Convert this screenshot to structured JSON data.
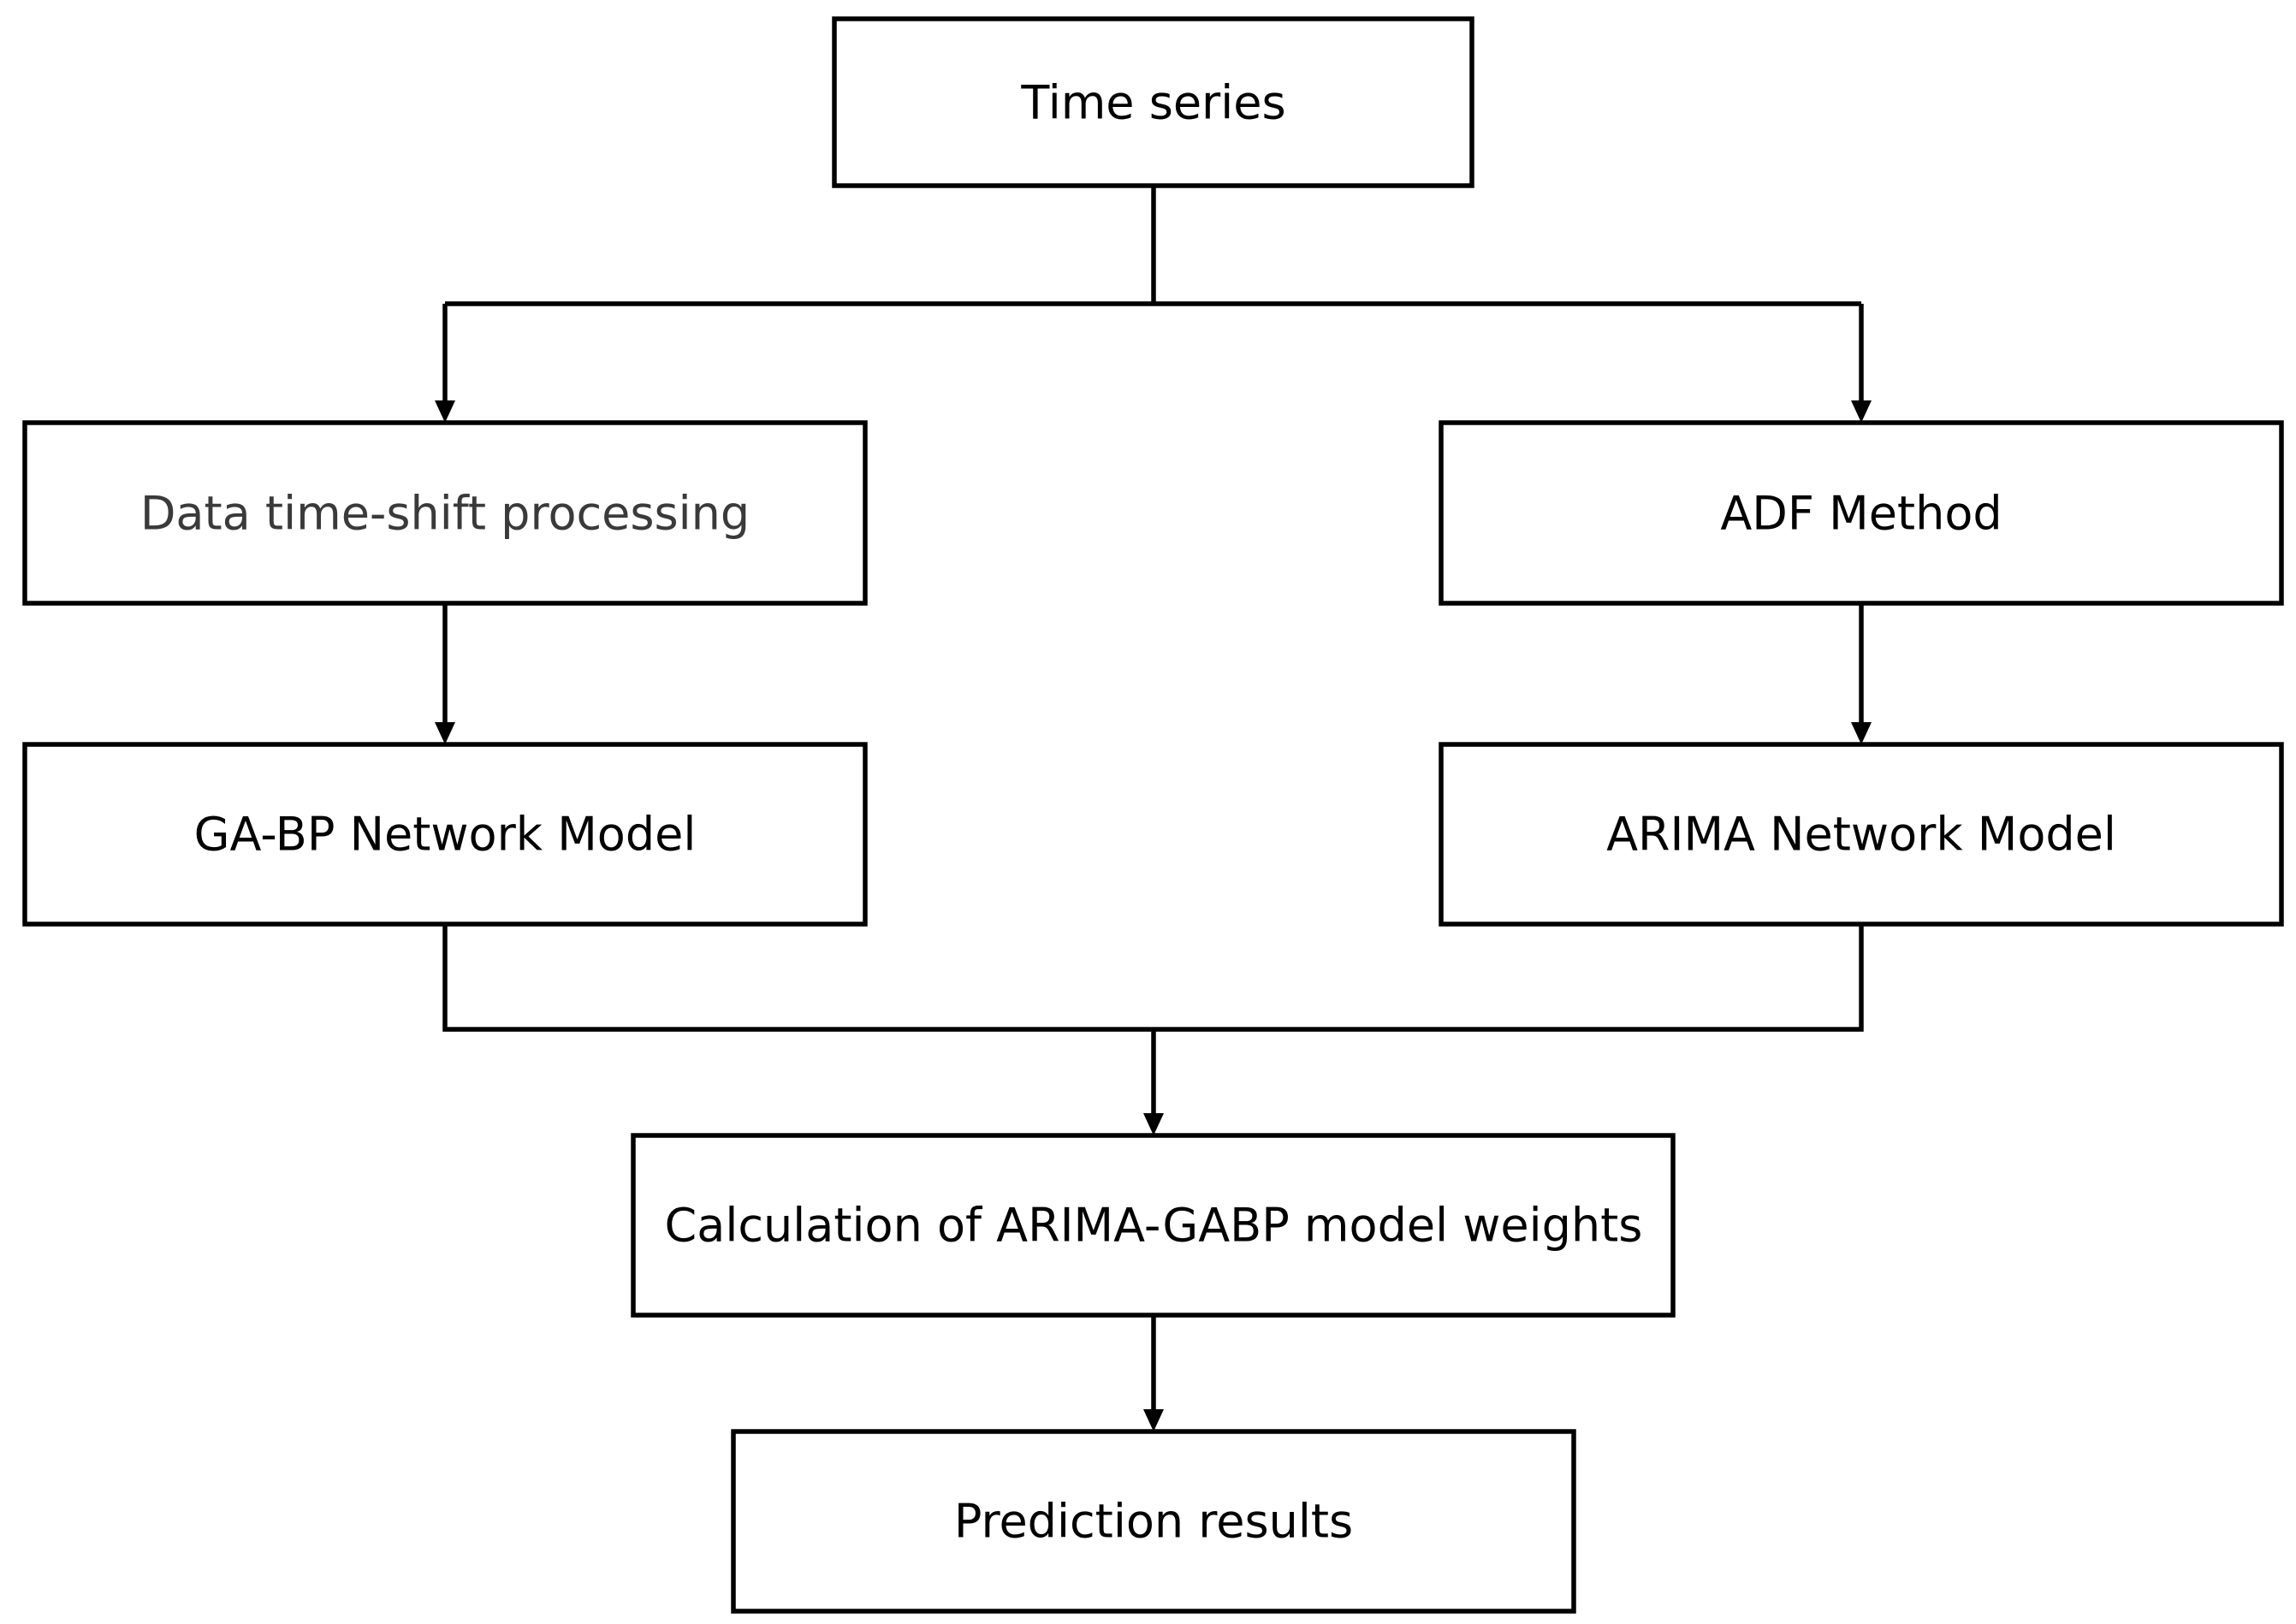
{
  "diagram": {
    "nodes": {
      "time_series": "Time series",
      "time_shift": "Data time-shift processing",
      "adf": "ADF Method",
      "gabp": "GA-BP Network Model",
      "arima": "ARIMA Network Model",
      "weights": "Calculation of ARIMA-GABP model weights",
      "prediction": "Prediction results"
    },
    "edges": [
      {
        "from": "time_series",
        "to": "time_shift"
      },
      {
        "from": "time_series",
        "to": "adf"
      },
      {
        "from": "time_shift",
        "to": "gabp"
      },
      {
        "from": "adf",
        "to": "arima"
      },
      {
        "from": "gabp",
        "to": "weights"
      },
      {
        "from": "arima",
        "to": "weights"
      },
      {
        "from": "weights",
        "to": "prediction"
      }
    ]
  }
}
